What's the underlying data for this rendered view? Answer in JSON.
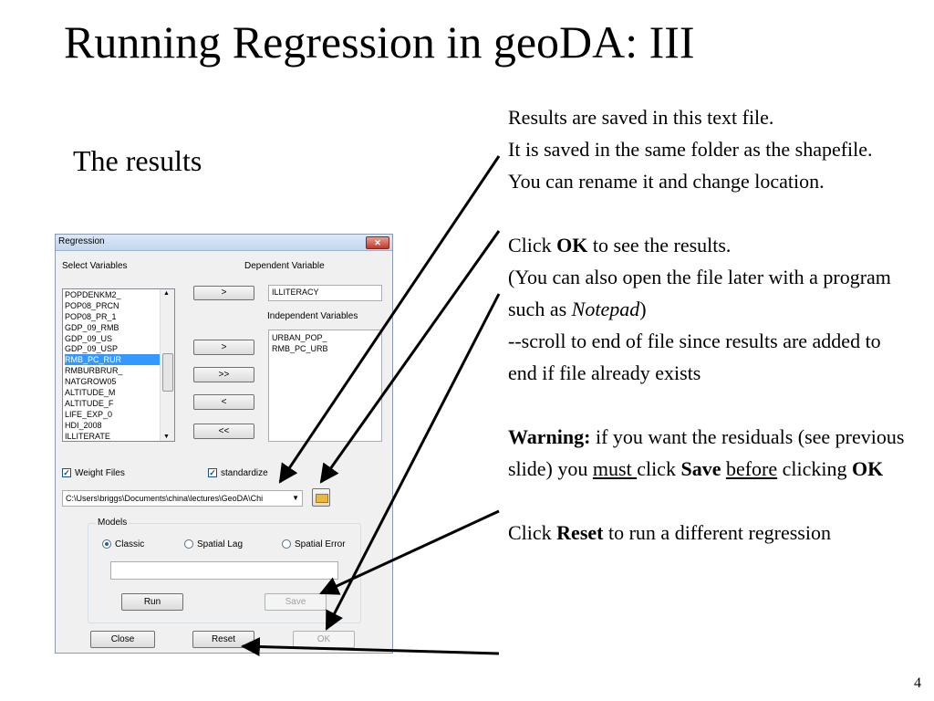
{
  "slide": {
    "title": "Running Regression in geoDA: III",
    "subtitle": "The results",
    "page_number": "4"
  },
  "notes": {
    "p1": "Results are saved in this text file.",
    "p2": "It is saved in the same folder as the shapefile.",
    "p3": "You can rename it and change location.",
    "p4_a": "Click ",
    "p4_b": "OK",
    "p4_c": " to see the results.",
    "p5_a": "(You can also open the file later with a program such as ",
    "p5_b": "Notepad",
    "p5_c": ")",
    "p6": "--scroll to end of file since results are added to end if file already exists",
    "p7_a": "Warning:",
    "p7_b": " if you want the residuals (see previous slide) you ",
    "p7_c": "must ",
    "p7_d": "click ",
    "p7_e": "Save",
    "p7_f": " ",
    "p7_g": "before",
    "p7_h": " clicking ",
    "p7_i": "OK",
    "p8_a": "Click ",
    "p8_b": "Reset",
    "p8_c": " to run a different regression"
  },
  "dialog": {
    "title": "Regression",
    "close_glyph": "✕",
    "select_variables_label": "Select Variables",
    "dependent_label": "Dependent Variable",
    "dependent_value": "ILLITERACY",
    "independent_label": "Independent Variables",
    "variables": [
      "POPDENKM2_",
      "POP08_PRCN",
      "POP08_PR_1",
      "GDP_09_RMB",
      "GDP_09_US",
      "GDP_09_USP",
      "RMB_PC_RUR",
      "RMBURBRUR_",
      "NATGROW05",
      "ALTITUDE_M",
      "ALTITUDE_F",
      "LIFE_EXP_0",
      "HDI_2008",
      "ILLITERATE"
    ],
    "selected_variable": "RMB_PC_RUR",
    "independent_vars": [
      "URBAN_POP_",
      "RMB_PC_URB"
    ],
    "btn_move_dep": ">",
    "btn_add": ">",
    "btn_add_all": ">>",
    "btn_remove": "<",
    "btn_remove_all": "<<",
    "weight_files_label": "Weight Files",
    "standardize_label": "standardize",
    "check_glyph": "✓",
    "file_path": "C:\\Users\\briggs\\Documents\\china\\lectures\\GeoDA\\Chi",
    "dropdown_glyph": "▼",
    "models_label": "Models",
    "model_classic": "Classic",
    "model_lag": "Spatial Lag",
    "model_error": "Spatial Error",
    "run_label": "Run",
    "save_label": "Save",
    "close_label": "Close",
    "reset_label": "Reset",
    "ok_label": "OK"
  }
}
